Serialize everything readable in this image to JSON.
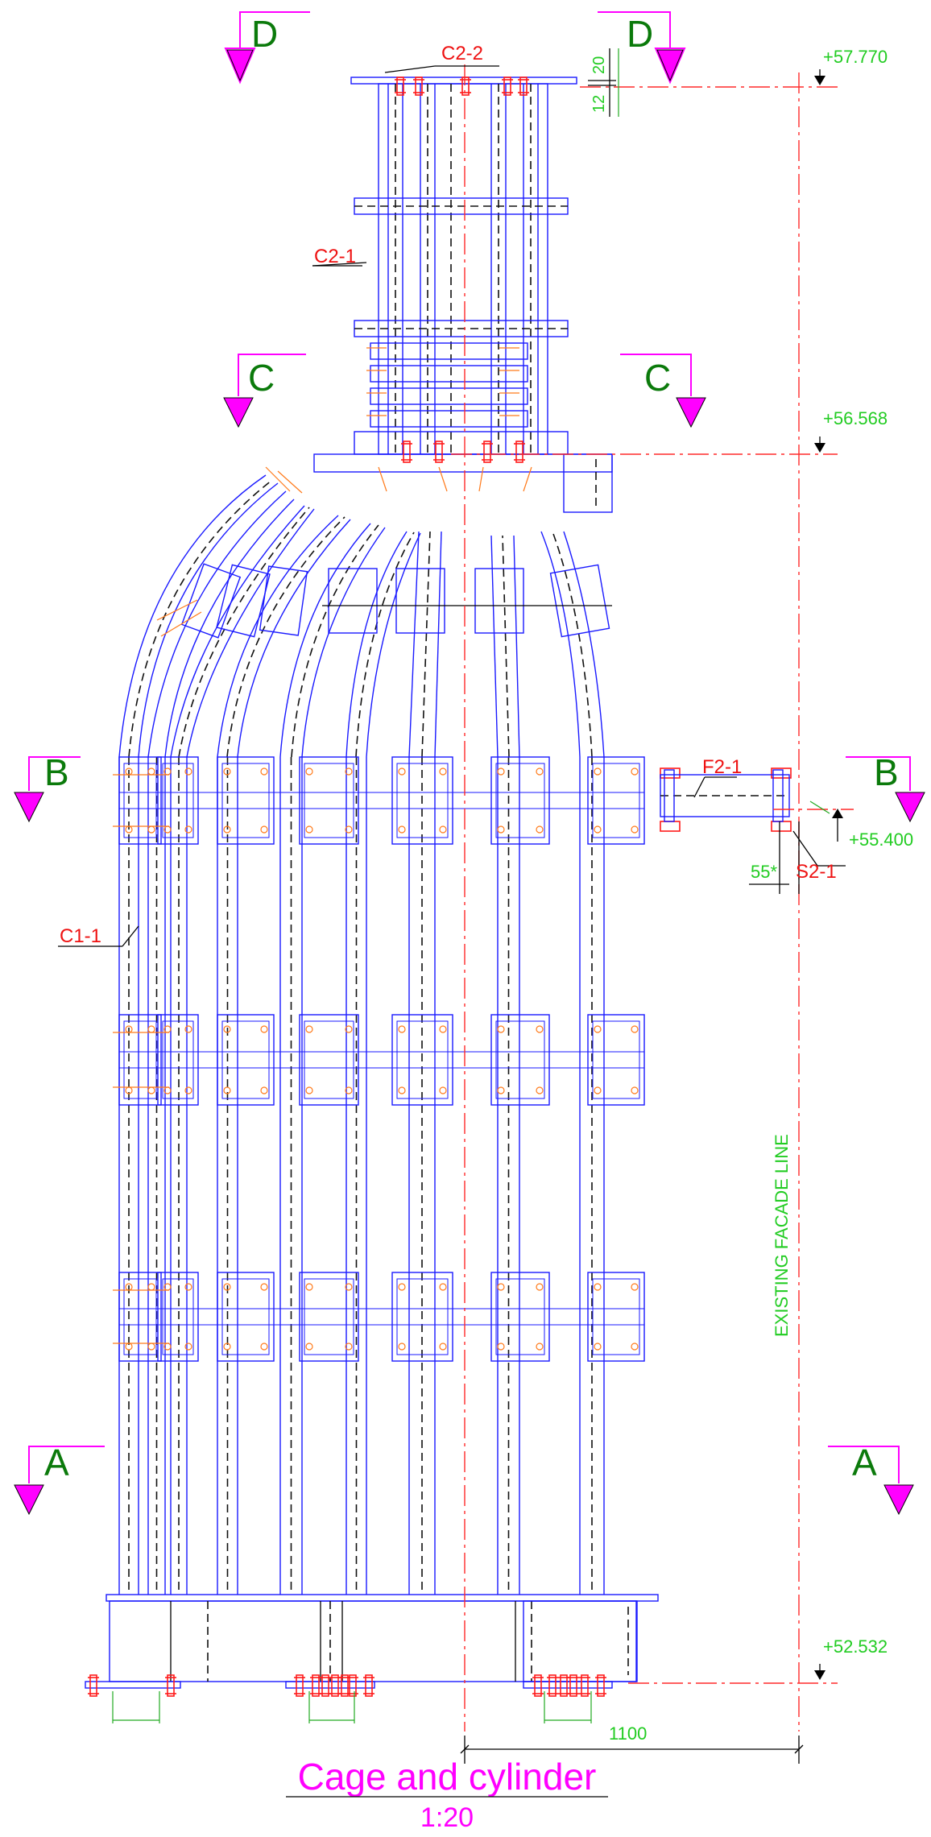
{
  "sections": {
    "d": "D",
    "c": "C",
    "b": "B",
    "a": "A"
  },
  "elevations": {
    "top": "+57.770",
    "mid": "+56.568",
    "bracket": "+55.400",
    "base": "+52.532"
  },
  "dimensions": {
    "d20": "20",
    "d12": "12",
    "angle": "55*",
    "width": "1100"
  },
  "labels": {
    "c2_2": "C2-2",
    "c2_1": "C2-1",
    "c1_1": "C1-1",
    "f2_1": "F2-1",
    "s2_1": "S2-1"
  },
  "facade": "EXISTING FACADE LINE",
  "title": "Cage and cylinder",
  "scale": "1:20",
  "colors": {
    "steel_outline": "#1a1aff",
    "axis_line": "#ff2a2a",
    "bolts": "#ff1a1a",
    "section_markers": "#ff00ff",
    "section_letters": "#0b7a0b",
    "dimensions": "#22cc22",
    "labels": "#ee1111"
  }
}
